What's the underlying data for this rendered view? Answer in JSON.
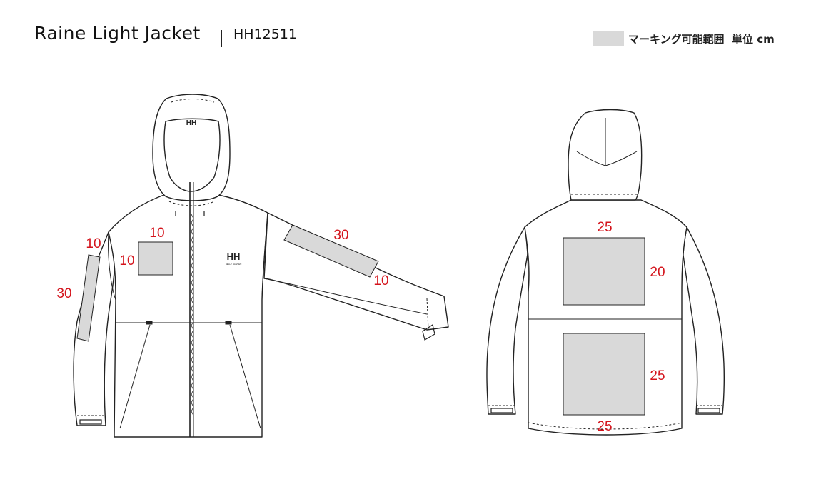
{
  "header": {
    "product_name": "Raine Light Jacket",
    "product_code": "HH12511",
    "legend_label": "マーキング可能範囲",
    "unit_label": "単位 cm"
  },
  "colors": {
    "marking_area": "#d9d9d9",
    "dimension_text": "#d4141c",
    "line": "#222222"
  },
  "brand": {
    "logo_text": "HH",
    "logo_subtext": "HELLY HANSEN"
  },
  "front_view": {
    "chest_area": {
      "width": "10",
      "height": "10"
    },
    "right_sleeve_area": {
      "width": "10",
      "height": "30"
    },
    "left_sleeve_area": {
      "width": "30",
      "height": "10"
    }
  },
  "back_view": {
    "upper_area": {
      "width": "25",
      "height": "20"
    },
    "lower_area": {
      "width": "25",
      "height": "25"
    }
  }
}
